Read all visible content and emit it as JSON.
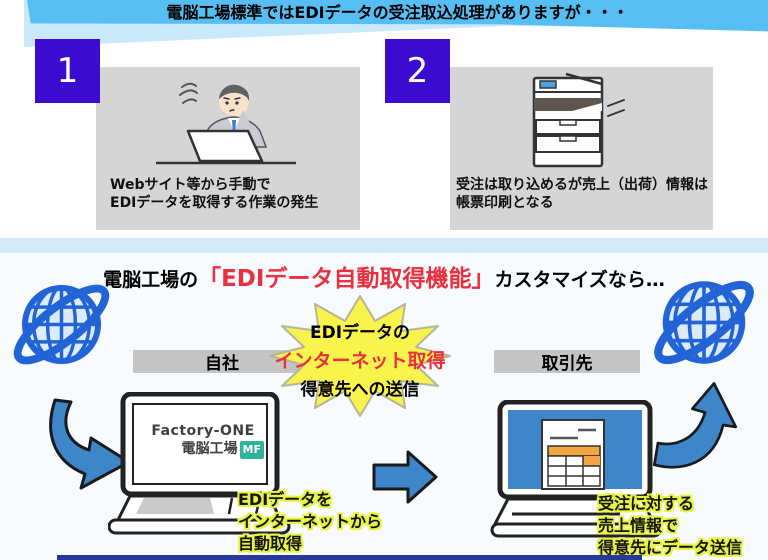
{
  "colors": {
    "banner_blue": "#57bef3",
    "banner_light_blue": "#c9e9fb",
    "step_square_blue": "#3b0bd0",
    "gray_box": "#d5d5d6",
    "label_bar_gray": "#c4c4c4",
    "accent_red": "#e8303e",
    "burst_yellow": "#f9f44c",
    "arrow_blue": "#3d86c9",
    "globe_blue": "#2264d6",
    "mf_badge_green": "#2eb398",
    "doc_orange": "#f2a642",
    "navy_bar": "#27379b"
  },
  "top_banner": {
    "text": "電脳工場標準ではEDIデータの受注取込処理がありますが・・・"
  },
  "steps": [
    {
      "number": "1",
      "caption_line1": "Webサイト等から手動で",
      "caption_line2": "EDIデータを取得する作業の発生",
      "illustration": "confused-office-worker-at-laptop"
    },
    {
      "number": "2",
      "caption_line1": "受注は取り込めるが売上（出荷）情報は",
      "caption_line2": "帳票印刷となる",
      "illustration": "multifunction-printer"
    }
  ],
  "solution": {
    "title_prefix": "電脳工場の",
    "title_highlight": "「EDIデータ自動取得機能」",
    "title_suffix": "カスタマイズなら…",
    "company_label": "自社",
    "partner_label": "取引先",
    "burst_line1": "EDIデータの",
    "burst_line2": "インターネット取得",
    "burst_line3": "得意先への送信",
    "logo_line1": "Factory-ONE",
    "logo_line2": "電脳工場",
    "logo_badge": "MF",
    "left_note_line1": "EDIデータを",
    "left_note_line2": "インターネットから",
    "left_note_line3": "自動取得",
    "right_note_line1": "受注に対する",
    "right_note_line2": "売上情報で",
    "right_note_line3": "得意先にデータ送信"
  }
}
